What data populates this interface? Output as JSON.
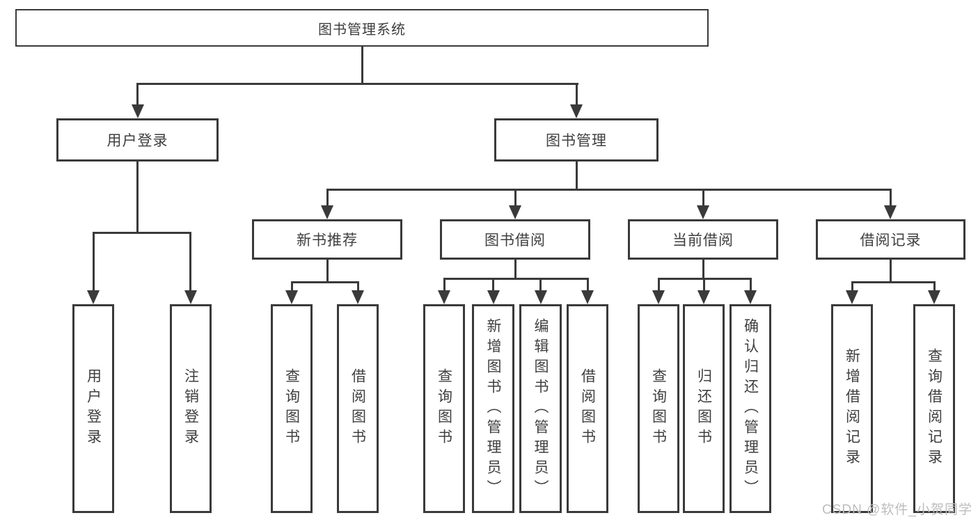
{
  "diagram": {
    "root": {
      "label": "图书管理系统"
    },
    "groups": [
      {
        "label": "用户登录",
        "children": [
          {
            "label": "用户登录"
          },
          {
            "label": "注销登录"
          }
        ]
      },
      {
        "label": "图书管理",
        "sections": [
          {
            "label": "新书推荐",
            "children": [
              {
                "label": "查询图书"
              },
              {
                "label": "借阅图书"
              }
            ]
          },
          {
            "label": "图书借阅",
            "children": [
              {
                "label": "查询图书"
              },
              {
                "label": "新增图书（管理员）"
              },
              {
                "label": "编辑图书（管理员）"
              },
              {
                "label": "借阅图书"
              }
            ]
          },
          {
            "label": "当前借阅",
            "children": [
              {
                "label": "查询图书"
              },
              {
                "label": "归还图书"
              },
              {
                "label": "确认归还（管理员）"
              }
            ]
          },
          {
            "label": "借阅记录",
            "children": [
              {
                "label": "新增借阅记录"
              },
              {
                "label": "查询借阅记录"
              }
            ]
          }
        ]
      }
    ]
  },
  "watermark": {
    "text": "CSDN @软件_小贺同学"
  },
  "colors": {
    "line": "#3a3a3a",
    "text": "#3f3f3f",
    "background": "#ffffff",
    "watermark": "#bdbdbd"
  }
}
